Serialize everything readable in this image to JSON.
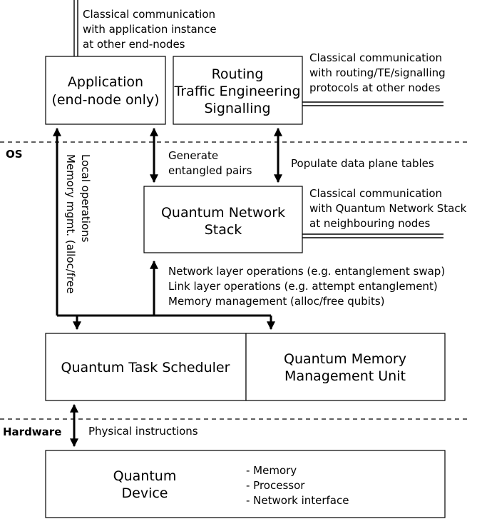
{
  "application": {
    "line1": "Application",
    "line2": "(end-node only)"
  },
  "routing": {
    "line1": "Routing",
    "line2": "Traffic Engineering",
    "line3": "Signalling"
  },
  "qns": {
    "line1": "Quantum Network",
    "line2": "Stack"
  },
  "scheduler": {
    "label": "Quantum Task Scheduler"
  },
  "qmmu": {
    "line1": "Quantum Memory",
    "line2": "Management Unit"
  },
  "device": {
    "line1": "Quantum",
    "line2": "Device",
    "items": [
      "- Memory",
      "- Processor",
      "- Network interface"
    ]
  },
  "layers": {
    "os": "OS",
    "hardware": "Hardware"
  },
  "notes": {
    "app_classical": [
      "Classical communication",
      "with application instance",
      "at other end-nodes"
    ],
    "routing_classical": [
      "Classical communication",
      "with routing/TE/signalling",
      "protocols at other nodes"
    ],
    "qns_classical": [
      "Classical communication",
      "with Quantum Network Stack",
      "at neighbouring nodes"
    ],
    "entangled": [
      "Generate",
      "entangled pairs"
    ],
    "populate": "Populate data plane tables",
    "ops": [
      "Network layer operations (e.g. entanglement swap)",
      "Link layer operations (e.g. attempt entanglement)",
      "Memory management (alloc/free qubits)"
    ],
    "local_ops": [
      "Local operations",
      "Memory mgmt. (alloc/free"
    ],
    "physical": "Physical instructions"
  }
}
